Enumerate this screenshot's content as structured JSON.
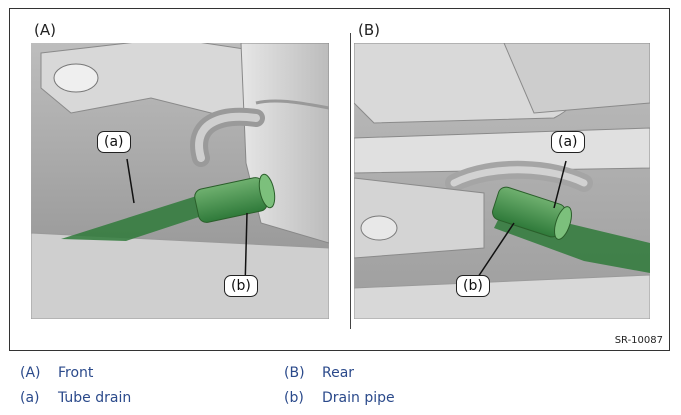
{
  "figure": {
    "panel_a_label": "(A)",
    "panel_b_label": "(B)",
    "code": "SR-10087",
    "callouts": {
      "a_left": "(a)",
      "b_left": "(b)",
      "a_right": "(a)",
      "b_right": "(b)"
    }
  },
  "legend": [
    {
      "key": "(A)",
      "text": "Front"
    },
    {
      "key": "(B)",
      "text": "Rear"
    },
    {
      "key": "(a)",
      "text": "Tube drain"
    },
    {
      "key": "(b)",
      "text": "Drain pipe"
    }
  ],
  "colors": {
    "legend_text": "#2b4a8b",
    "highlight_green": "#2f7a3a",
    "render_gray": "#c9c9c9"
  }
}
